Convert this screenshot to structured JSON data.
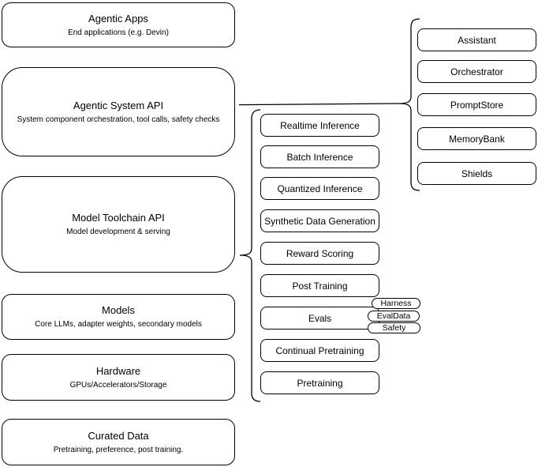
{
  "colors": {
    "stroke": "#000000",
    "background": "#ffffff",
    "text": "#000000"
  },
  "left_column": [
    {
      "title": "Agentic Apps",
      "subtitle": "End applications (e.g. Devin)"
    },
    {
      "title": "Agentic System API",
      "subtitle": "System component orchestration, tool calls, safety checks"
    },
    {
      "title": "Model Toolchain API",
      "subtitle": "Model development & serving"
    },
    {
      "title": "Models",
      "subtitle": "Core LLMs, adapter weights, secondary models"
    },
    {
      "title": "Hardware",
      "subtitle": "GPUs/Accelerators/Storage"
    },
    {
      "title": "Curated Data",
      "subtitle": "Pretraining, preference, post training."
    }
  ],
  "middle_column": [
    {
      "label": "Realtime Inference"
    },
    {
      "label": "Batch Inference"
    },
    {
      "label": "Quantized Inference"
    },
    {
      "label": "Synthetic Data Generation"
    },
    {
      "label": "Reward Scoring"
    },
    {
      "label": "Post Training"
    },
    {
      "label": "Evals"
    },
    {
      "label": "Continual Pretraining"
    },
    {
      "label": "Pretraining"
    }
  ],
  "eval_tags": [
    {
      "label": "Harness"
    },
    {
      "label": "EvalData"
    },
    {
      "label": "Safety"
    }
  ],
  "right_column": [
    {
      "label": "Assistant"
    },
    {
      "label": "Orchestrator"
    },
    {
      "label": "PromptStore"
    },
    {
      "label": "MemoryBank"
    },
    {
      "label": "Shields"
    }
  ]
}
